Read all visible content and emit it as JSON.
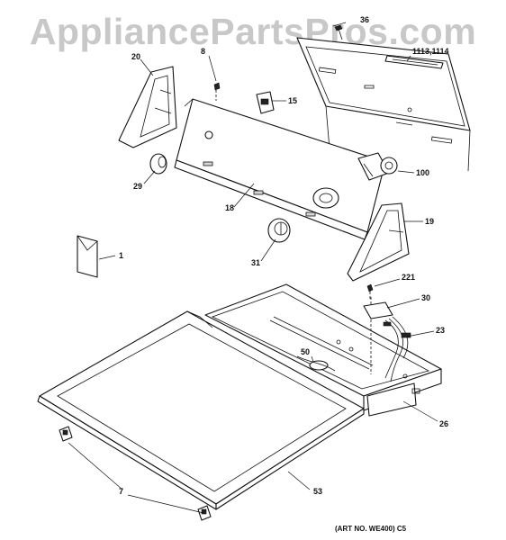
{
  "watermark": "AppliancePartsPros.com",
  "art_number": "(ART NO. WE400) C5",
  "callouts": {
    "p36": "36",
    "p1113": "1113,1114",
    "p8": "8",
    "p20": "20",
    "p15": "15",
    "p100": "100",
    "p29": "29",
    "p18": "18",
    "p19": "19",
    "p31": "31",
    "p1": "1",
    "p221": "221",
    "p30": "30",
    "p23": "23",
    "p50": "50",
    "p26": "26",
    "p7": "7",
    "p53": "53"
  }
}
